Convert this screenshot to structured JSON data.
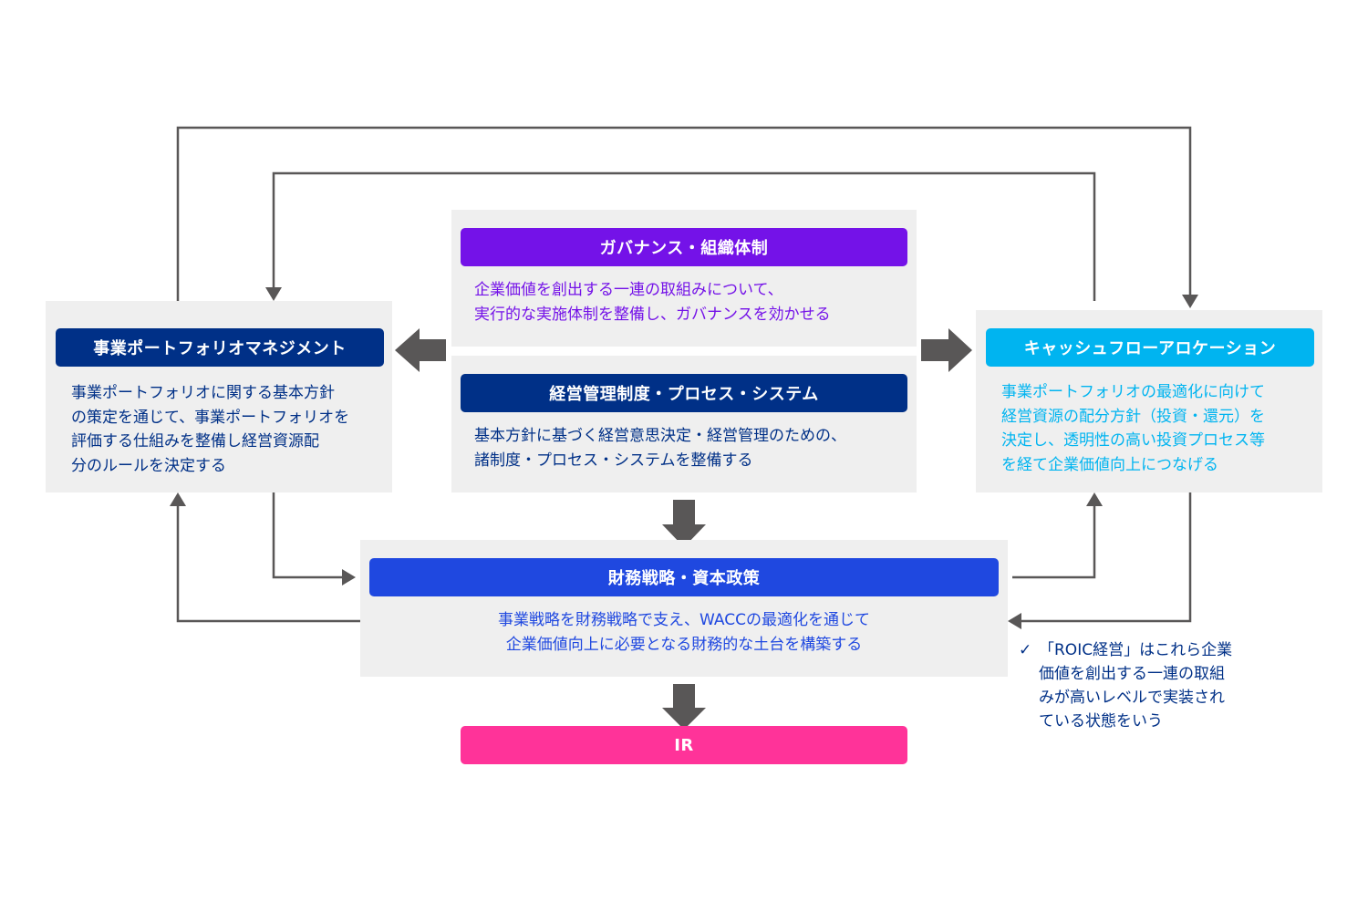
{
  "colors": {
    "governance": "#7412e8",
    "management": "#003087",
    "portfolio": "#003087",
    "cashflow": "#00b4f0",
    "finance": "#1f48e0",
    "ir": "#ff3399",
    "panel_bg": "#efefef",
    "arrow": "#595757"
  },
  "governance": {
    "title": "ガバナンス・組織体制",
    "description": "企業価値を創出する一連の取組みについて、\n実行的な実施体制を整備し、ガバナンスを効かせる"
  },
  "management_system": {
    "title": "経営管理制度・プロセス・システム",
    "description": "基本方針に基づく経営意思決定・経営管理のための、\n諸制度・プロセス・システムを整備する"
  },
  "portfolio": {
    "title": "事業ポートフォリオマネジメント",
    "description": "事業ポートフォリオに関する基本方針\nの策定を通じて、事業ポートフォリオを\n評価する仕組みを整備し経営資源配\n分のルールを決定する"
  },
  "cashflow": {
    "title": "キャッシュフローアロケーション",
    "description": "事業ポートフォリオの最適化に向けて\n経営資源の配分方針（投資・還元）を\n決定し、透明性の高い投資プロセス等\nを経て企業価値向上につなげる"
  },
  "finance": {
    "title": "財務戦略・資本政策",
    "description": "事業戦略を財務戦略で支え、WACCの最適化を通じて\n企業価値向上に必要となる財務的な土台を構築する"
  },
  "ir": {
    "title": "IR"
  },
  "note": {
    "icon": "check-icon",
    "check": "✓",
    "lines": [
      "「ROIC経営」はこれら企業",
      "価値を創出する一連の取組",
      "みが高いレベルで実装され",
      "ている状態をいう"
    ]
  }
}
